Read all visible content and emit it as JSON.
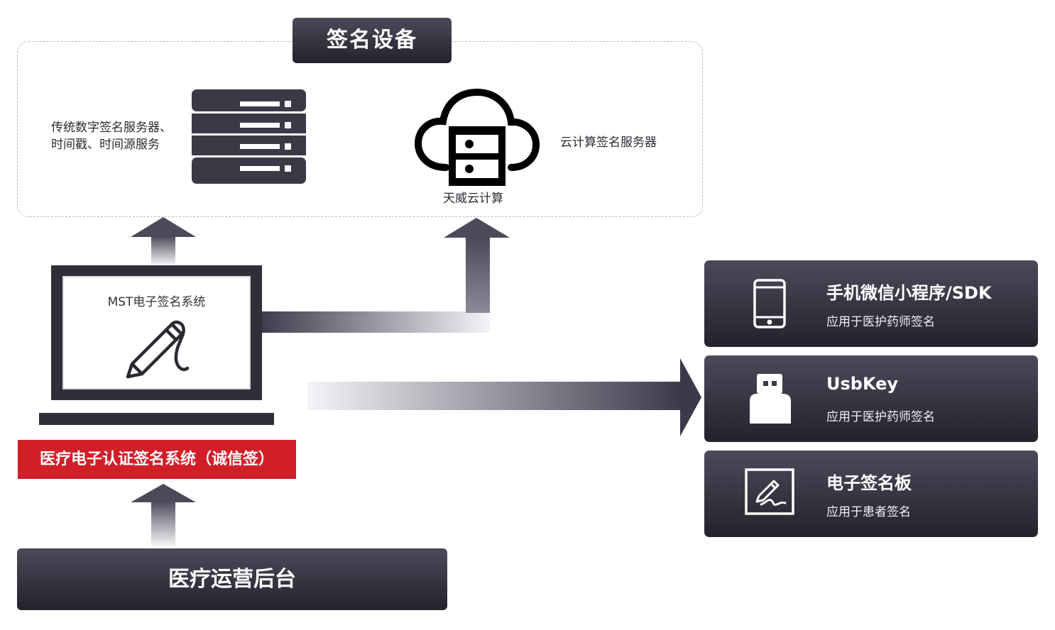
{
  "device_group": {
    "title": "签名设备",
    "traditional_server": {
      "line1": "传统数字签名服务器、",
      "line2": "时间戳、时间源服务",
      "icon": "server-rack-icon"
    },
    "cloud": {
      "label": "天威云计算",
      "caption": "云计算签名服务器",
      "icon": "cloud-server-icon"
    }
  },
  "laptop": {
    "screen_title": "MST电子签名系统",
    "icon": "pen-signature-icon"
  },
  "system_label": "医疗电子认证签名系统（诚信签）",
  "ops_backend": "医疗运营后台",
  "terminals": [
    {
      "title": "手机微信小程序/SDK",
      "subtitle": "应用于医护药师签名",
      "icon": "smartphone-icon"
    },
    {
      "title": "UsbKey",
      "subtitle": "应用于医护药师签名",
      "icon": "usb-key-icon"
    },
    {
      "title": "电子签名板",
      "subtitle": "应用于患者签名",
      "icon": "signature-pad-icon"
    }
  ],
  "colors": {
    "dark": "#2f2f3a",
    "accent_red": "#d21e28",
    "dashed_border": "#b9b9c2"
  }
}
